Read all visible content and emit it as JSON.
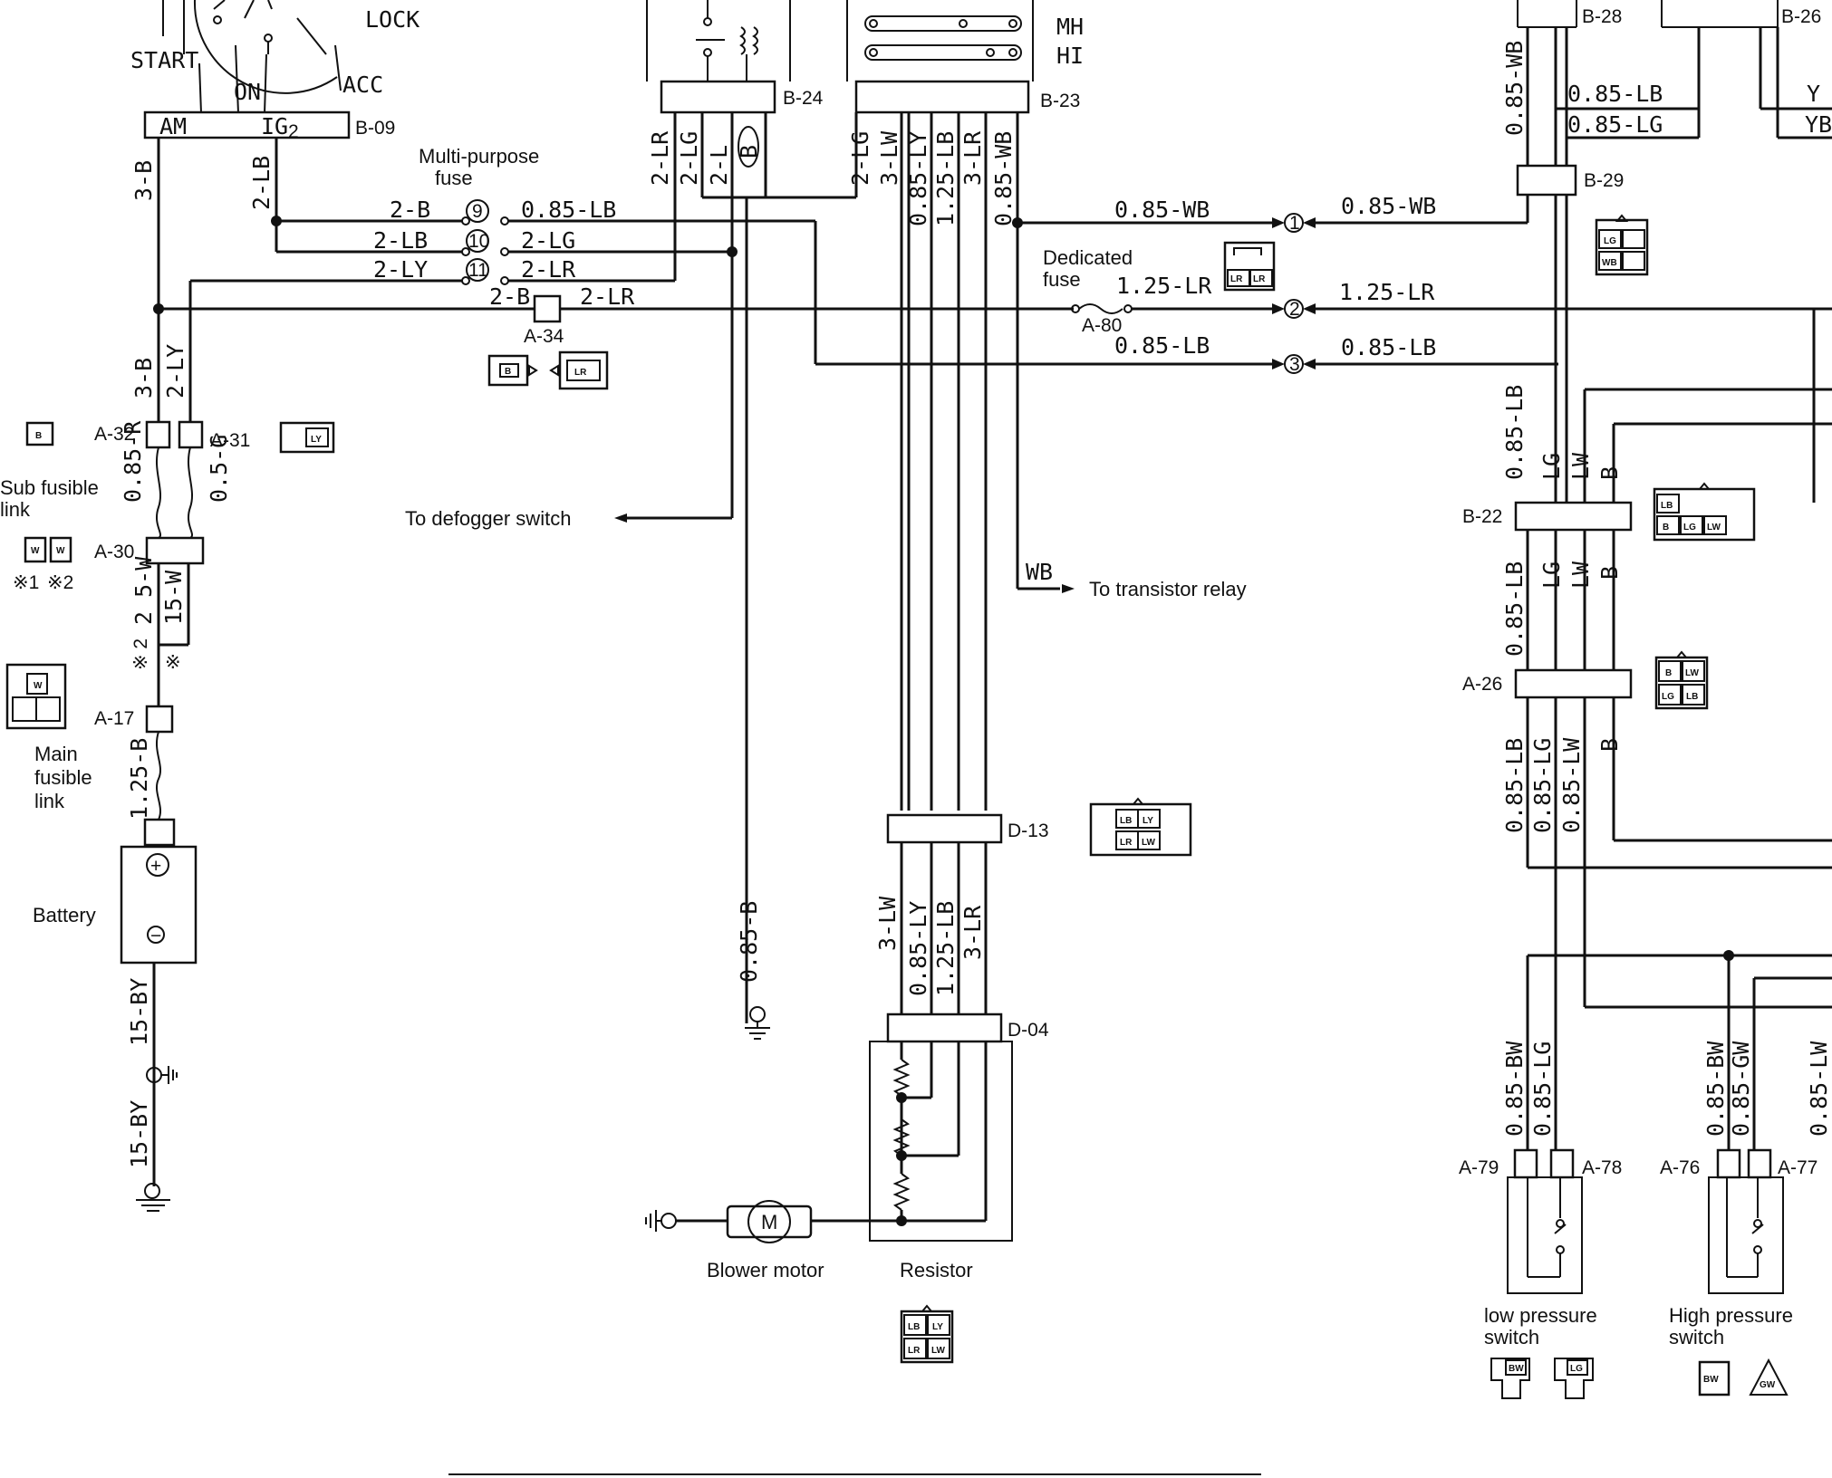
{
  "switch_labels": {
    "lock": "LOCK",
    "start": "START",
    "on": "ON",
    "acc": "ACC",
    "am": "AM",
    "ig2": "IG",
    "ig2_sub": "2"
  },
  "relay_labels": {
    "mh": "MH",
    "hi": "HI"
  },
  "connectors": {
    "b09": "B-09",
    "b24": "B-24",
    "b23": "B-23",
    "b28": "B-28",
    "b26": "B-26",
    "b29": "B-29",
    "b22": "B-22",
    "a26": "A-26",
    "a34": "A-34",
    "a80": "A-80",
    "a32": "A-32",
    "a31": "A-31",
    "a30": "A-30",
    "a17": "A-17",
    "d13": "D-13",
    "d04": "D-04",
    "a79": "A-79",
    "a78": "A-78",
    "a76": "A-76",
    "a77": "A-77"
  },
  "wires": {
    "w3b": "3-B",
    "w2lb_up": "2-LB",
    "w3b_lower": "3-B",
    "w2ly_lower": "2-LY",
    "w085r": "0.85-R",
    "w05g": "0.5-G",
    "w25w": "2 5-W",
    "w15w": "15-W",
    "w125b": "1.25-B",
    "w15by_a": "15-BY",
    "w15by_b": "15-BY",
    "b24_lr": "2-LR",
    "b24_lg": "2-LG",
    "b24_l": "2-L",
    "b24_b": "B",
    "b23_lg": "2-LG",
    "b23_lw": "3-LW",
    "b23_ly": "0.85-LY",
    "b23_lb": "1.25-LB",
    "b23_lr": "3-LR",
    "b23_wb": "0.85-WB",
    "f9_in": "2-B",
    "f9_out": "0.85-LB",
    "f10_in": "2-LB",
    "f10_out": "2-LG",
    "f11_in": "2-LY",
    "f11_out": "2-LR",
    "a34_in": "2-B",
    "a34_out": "2-LR",
    "t1_left": "0.85-WB",
    "t1_right": "0.85-WB",
    "t2_left": "1.25-LR",
    "t2_right": "1.25-LR",
    "t3_left": "0.85-LB",
    "t3_right": "0.85-LB",
    "ground_085b": "0.85-B",
    "wb_branch": "WB",
    "d04_lw": "3-LW",
    "d04_ly": "0.85-LY",
    "d04_lb": "1.25-LB",
    "d04_lr": "3-LR",
    "r_wb_top": "0.85-WB",
    "r_lb_top": "0.85-LB",
    "r_lg_top": "0.85-LG",
    "r_085lb": "0.85-LB",
    "r_lg": "LG",
    "r_lw": "LW",
    "r_b": "B",
    "r_085lb_2": "0.85-LB",
    "r_lg_2": "LG",
    "r_lw_2": "LW",
    "r_b_2": "B",
    "r_085lb_3": "0.85-LB",
    "r_085lg_3": "0.85-LG",
    "r_085lw_3": "0.85-LW",
    "r_b_3": "B",
    "r_y": "Y",
    "r_yb": "YB",
    "a79_bw": "0.85-BW",
    "a78_lg": "0.85-LG",
    "a76_bw": "0.85-BW",
    "a77_gw": "0.85-GW",
    "edge_lw": "0.85-LW"
  },
  "fuse_numbers": {
    "f9": "9",
    "f10": "10",
    "f11": "11"
  },
  "terminals": {
    "t1": "1",
    "t2": "2",
    "t3": "3"
  },
  "notes": {
    "star1": "※1",
    "star2": "※2",
    "star_2": "※ 2",
    "star_plain": "※"
  },
  "labels": {
    "multi_purpose_fuse_1": "Multi-purpose",
    "multi_purpose_fuse_2": "fuse",
    "dedicated_fuse_1": "Dedicated",
    "dedicated_fuse_2": "fuse",
    "sub_fusible_link_1": "Sub fusible",
    "sub_fusible_link_2": "link",
    "main_fusible_link_1": "Main",
    "main_fusible_link_2": "fusible",
    "main_fusible_link_3": "link",
    "battery": "Battery",
    "to_defogger": "To defogger switch",
    "to_transistor": "To transistor relay",
    "blower_motor": "Blower motor",
    "motor_symbol": "M",
    "resistor": "Resistor",
    "low_pressure_1": "low pressure",
    "low_pressure_2": "switch",
    "high_pressure_1": "High pressure",
    "high_pressure_2": "switch",
    "plus": "+",
    "minus": "−"
  },
  "pin_codes": {
    "b": "B",
    "lr": "LR",
    "ly": "LY",
    "w": "W",
    "lg": "LG",
    "wb": "WB",
    "lb": "LB",
    "lw": "LW",
    "bw": "BW",
    "gw": "GW"
  }
}
